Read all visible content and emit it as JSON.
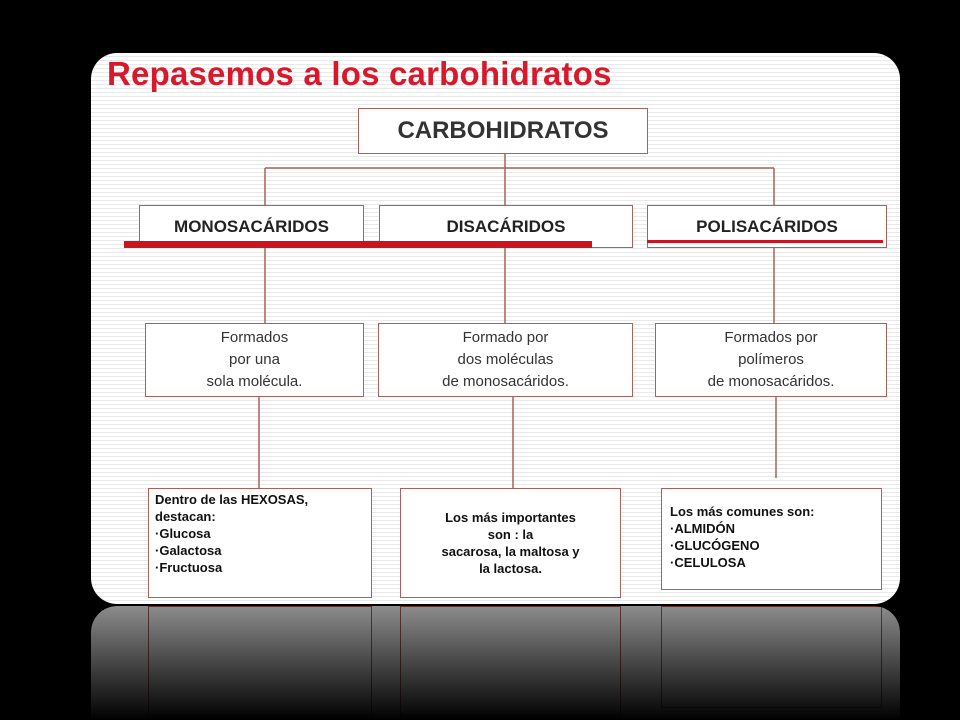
{
  "title": "Repasemos a los carbohidratos",
  "root": "CARBOHIDRATOS",
  "colors": {
    "title": "#d8182b",
    "highlight": "#cc1420",
    "border": "#a9615a"
  },
  "categories": [
    {
      "name": "MONOSACÁRIDOS",
      "description": "Formados\npor una\nsola molécula.",
      "examples": "Dentro de las HEXOSAS,\ndestacan:\n·Glucosa\n·Galactosa\n·Fructuosa"
    },
    {
      "name": "DISACÁRIDOS",
      "description": "Formado por\ndos moléculas\nde monosacáridos.",
      "examples": "Los más importantes\nson : la\nsacarosa, la maltosa y\nla lactosa."
    },
    {
      "name": "POLISACÁRIDOS",
      "description": "Formados por\npolímeros\nde monosacáridos.",
      "examples": "Los más comunes son:\n·ALMIDÓN\n·GLUCÓGENO\n·CELULOSA"
    }
  ]
}
